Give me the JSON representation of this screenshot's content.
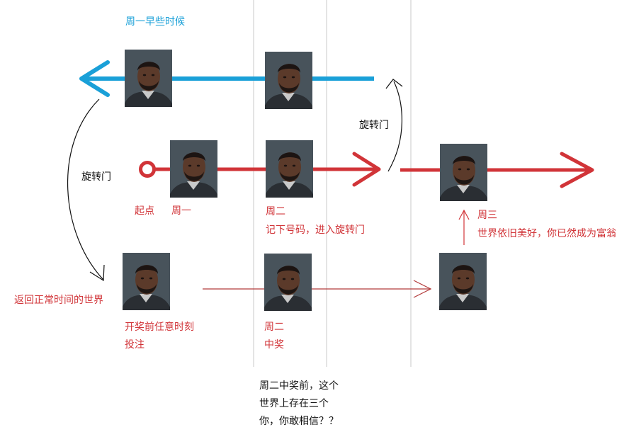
{
  "colors": {
    "blue": "#1aa0d8",
    "red": "#d13438",
    "dark_red": "#b23a3a",
    "black": "#111111",
    "divider": "#c8c8c8"
  },
  "labels": {
    "blue_title": "周一早些时候",
    "rotate_left": "旋转门",
    "rotate_right": "旋转门",
    "start": "起点",
    "monday": "周一",
    "tuesday_enter_1": "周二",
    "tuesday_enter_2": "记下号码，进入旋转门",
    "wednesday": "周三",
    "wednesday_note": "世界依旧美好，你已然成为富翁",
    "normal_world": "返回正常时间的世界",
    "bet_1": "开奖前任意时刻",
    "bet_2": "投注",
    "tuesday_win_1": "周二",
    "tuesday_win_2": "中奖",
    "bottom_1": "周二中奖前，这个",
    "bottom_2": "世界上存在三个",
    "bottom_3": "你，你敢相信？？"
  },
  "photos": [
    {
      "id": "blue-1",
      "icon": "portrait-icon"
    },
    {
      "id": "blue-2",
      "icon": "portrait-icon"
    },
    {
      "id": "red-monday",
      "icon": "portrait-icon"
    },
    {
      "id": "red-tuesday",
      "icon": "portrait-icon"
    },
    {
      "id": "red-wednesday",
      "icon": "portrait-icon"
    },
    {
      "id": "bottom-1",
      "icon": "portrait-icon"
    },
    {
      "id": "bottom-2",
      "icon": "portrait-icon"
    },
    {
      "id": "bottom-3",
      "icon": "portrait-icon"
    }
  ]
}
